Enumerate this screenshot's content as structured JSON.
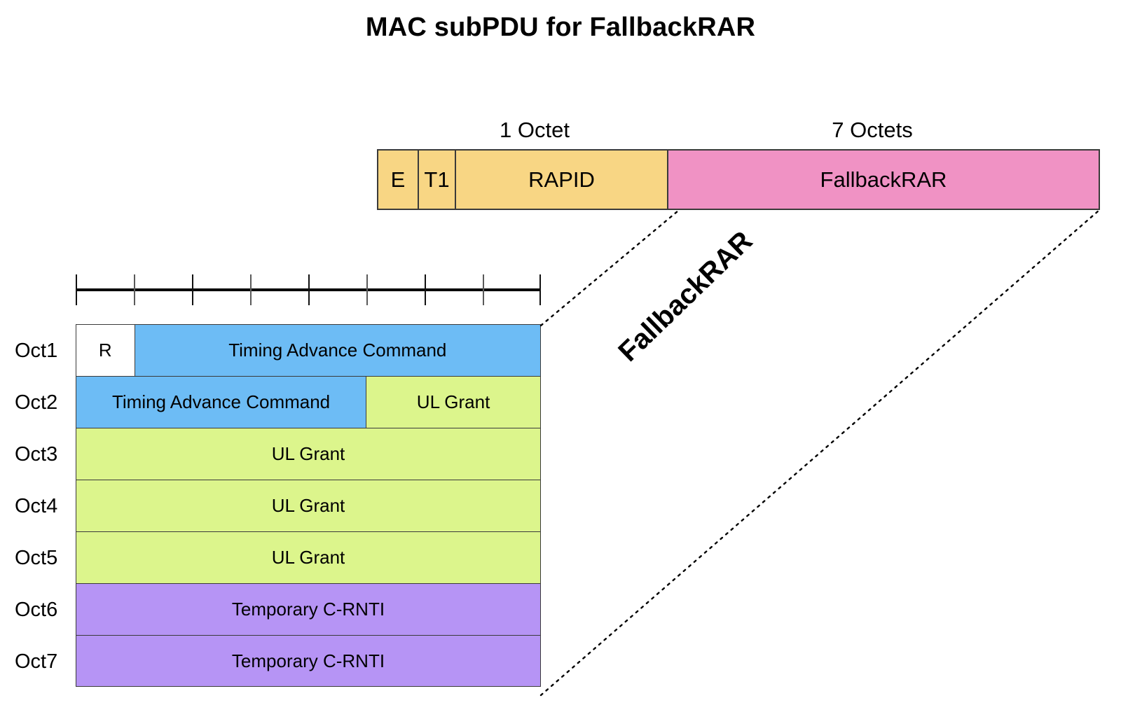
{
  "page": {
    "title": "MAC subPDU for FallbackRAR",
    "colors": {
      "orange": "#f8d684",
      "pink": "#f092c4",
      "blue": "#6dbcf5",
      "green": "#dcf58c",
      "purple": "#b694f5",
      "white": "#ffffff",
      "outline": "#3a3a3a"
    }
  },
  "subpdu": {
    "captions": {
      "header": "1 Octet",
      "payload": "7 Octets"
    },
    "fields": [
      {
        "label": "E",
        "bits": 1,
        "color": "#f8d684"
      },
      {
        "label": "T1",
        "bits": 1,
        "color": "#f8d684"
      },
      {
        "label": "RAPID",
        "bits": 6,
        "color": "#f8d684"
      },
      {
        "label": "FallbackRAR",
        "bits": 0,
        "color": "#f092c4"
      }
    ]
  },
  "ruler": {
    "bit_count": 8,
    "tick_count": 9,
    "major_ticks": [
      0,
      2,
      4,
      6,
      8
    ]
  },
  "callout": {
    "label": "FallbackRAR"
  },
  "octet_table": {
    "rows": [
      {
        "label": "Oct1",
        "fields": [
          {
            "label": "R",
            "bits": 1,
            "color": "#ffffff"
          },
          {
            "label": "Timing Advance Command",
            "bits": 7,
            "color": "#6dbcf5"
          }
        ]
      },
      {
        "label": "Oct2",
        "fields": [
          {
            "label": "Timing Advance Command",
            "bits": 5,
            "color": "#6dbcf5"
          },
          {
            "label": "UL Grant",
            "bits": 3,
            "color": "#dcf58c"
          }
        ]
      },
      {
        "label": "Oct3",
        "fields": [
          {
            "label": "UL Grant",
            "bits": 8,
            "color": "#dcf58c"
          }
        ]
      },
      {
        "label": "Oct4",
        "fields": [
          {
            "label": "UL Grant",
            "bits": 8,
            "color": "#dcf58c"
          }
        ]
      },
      {
        "label": "Oct5",
        "fields": [
          {
            "label": "UL Grant",
            "bits": 8,
            "color": "#dcf58c"
          }
        ]
      },
      {
        "label": "Oct6",
        "fields": [
          {
            "label": "Temporary C-RNTI",
            "bits": 8,
            "color": "#b694f5"
          }
        ]
      },
      {
        "label": "Oct7",
        "fields": [
          {
            "label": "Temporary C-RNTI",
            "bits": 8,
            "color": "#b694f5"
          }
        ]
      }
    ]
  }
}
